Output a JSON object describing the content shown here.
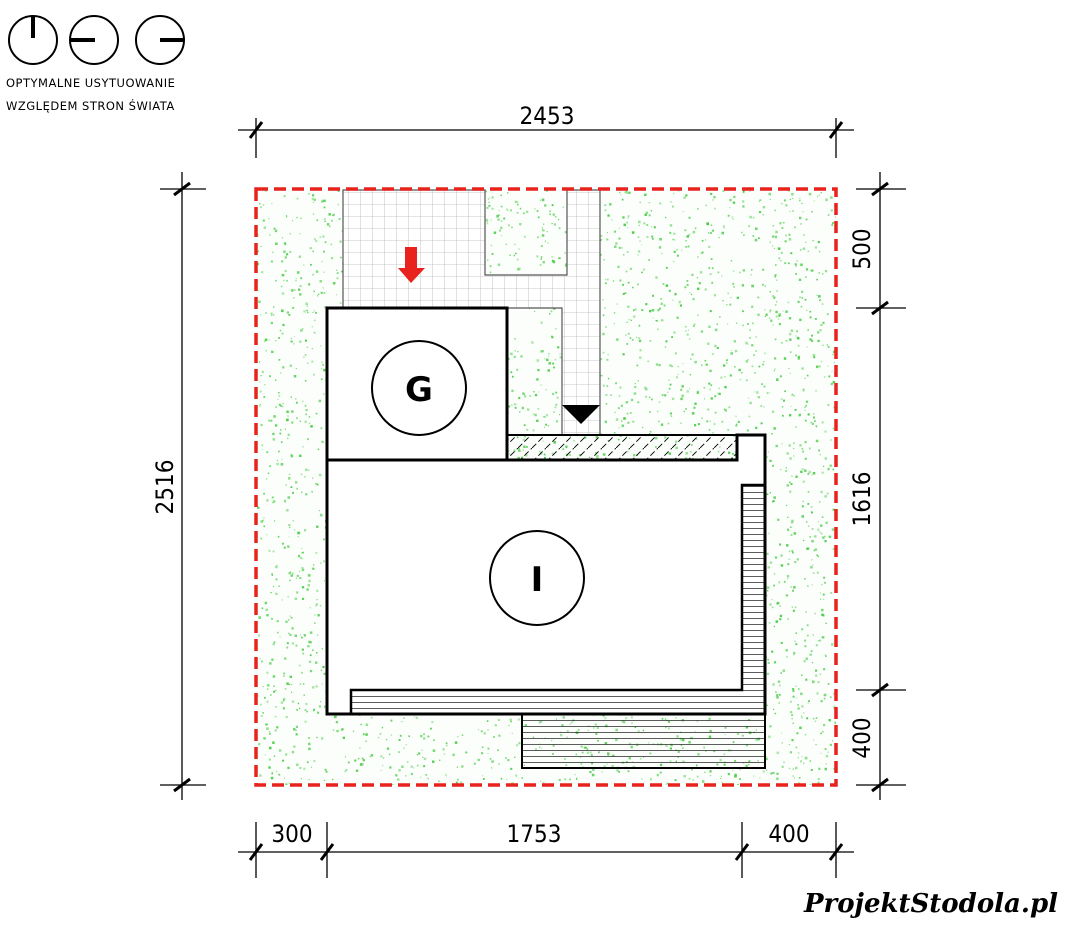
{
  "legend": {
    "line1": "OPTYMALNE USYTUOWANIE",
    "line2": "WZGLĘDEM STRON ŚWIATA",
    "icons": [
      "orientation-north-icon",
      "orientation-west-icon",
      "orientation-east-icon"
    ]
  },
  "dimensions": {
    "top": "2453",
    "left": "2516",
    "right": [
      "500",
      "1616",
      "400"
    ],
    "bottom": [
      "300",
      "1753",
      "400"
    ]
  },
  "labels": {
    "garage": "G",
    "house": "I"
  },
  "logo": "ProjektStodola.pl",
  "colors": {
    "plot_boundary": "#e8221c",
    "grass": "#3ec83a",
    "entry_arrow": "#e8221c"
  }
}
